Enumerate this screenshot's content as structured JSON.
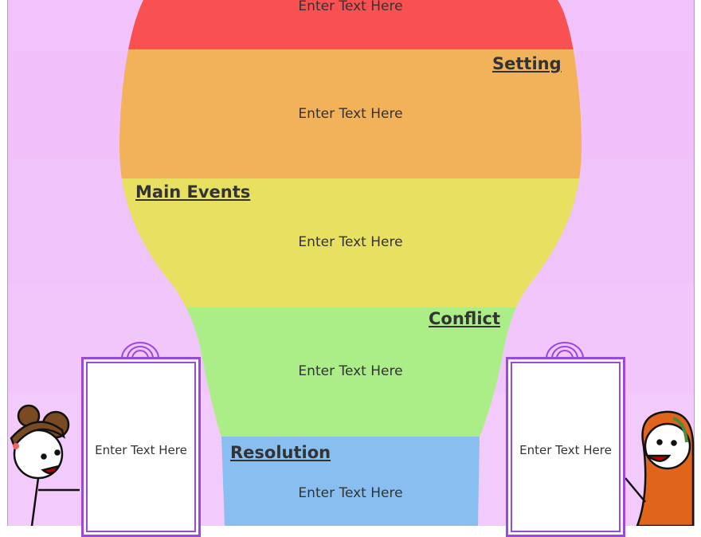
{
  "sections": [
    {
      "name": "top",
      "text": "Enter Text Here",
      "color": "#f95052"
    },
    {
      "name": "setting",
      "label": "Setting",
      "text": "Enter Text Here",
      "color": "#f2b25a"
    },
    {
      "name": "main-events",
      "label": "Main Events",
      "text": "Enter Text Here",
      "color": "#e8e060"
    },
    {
      "name": "conflict",
      "label": "Conflict",
      "text": "Enter Text Here",
      "color": "#abee88"
    },
    {
      "name": "resolution",
      "label": "Resolution",
      "text": "Enter Text Here",
      "color": "#89bff0"
    }
  ],
  "left_frame": {
    "text": "Enter Text Here"
  },
  "right_frame": {
    "text": "Enter Text Here"
  }
}
